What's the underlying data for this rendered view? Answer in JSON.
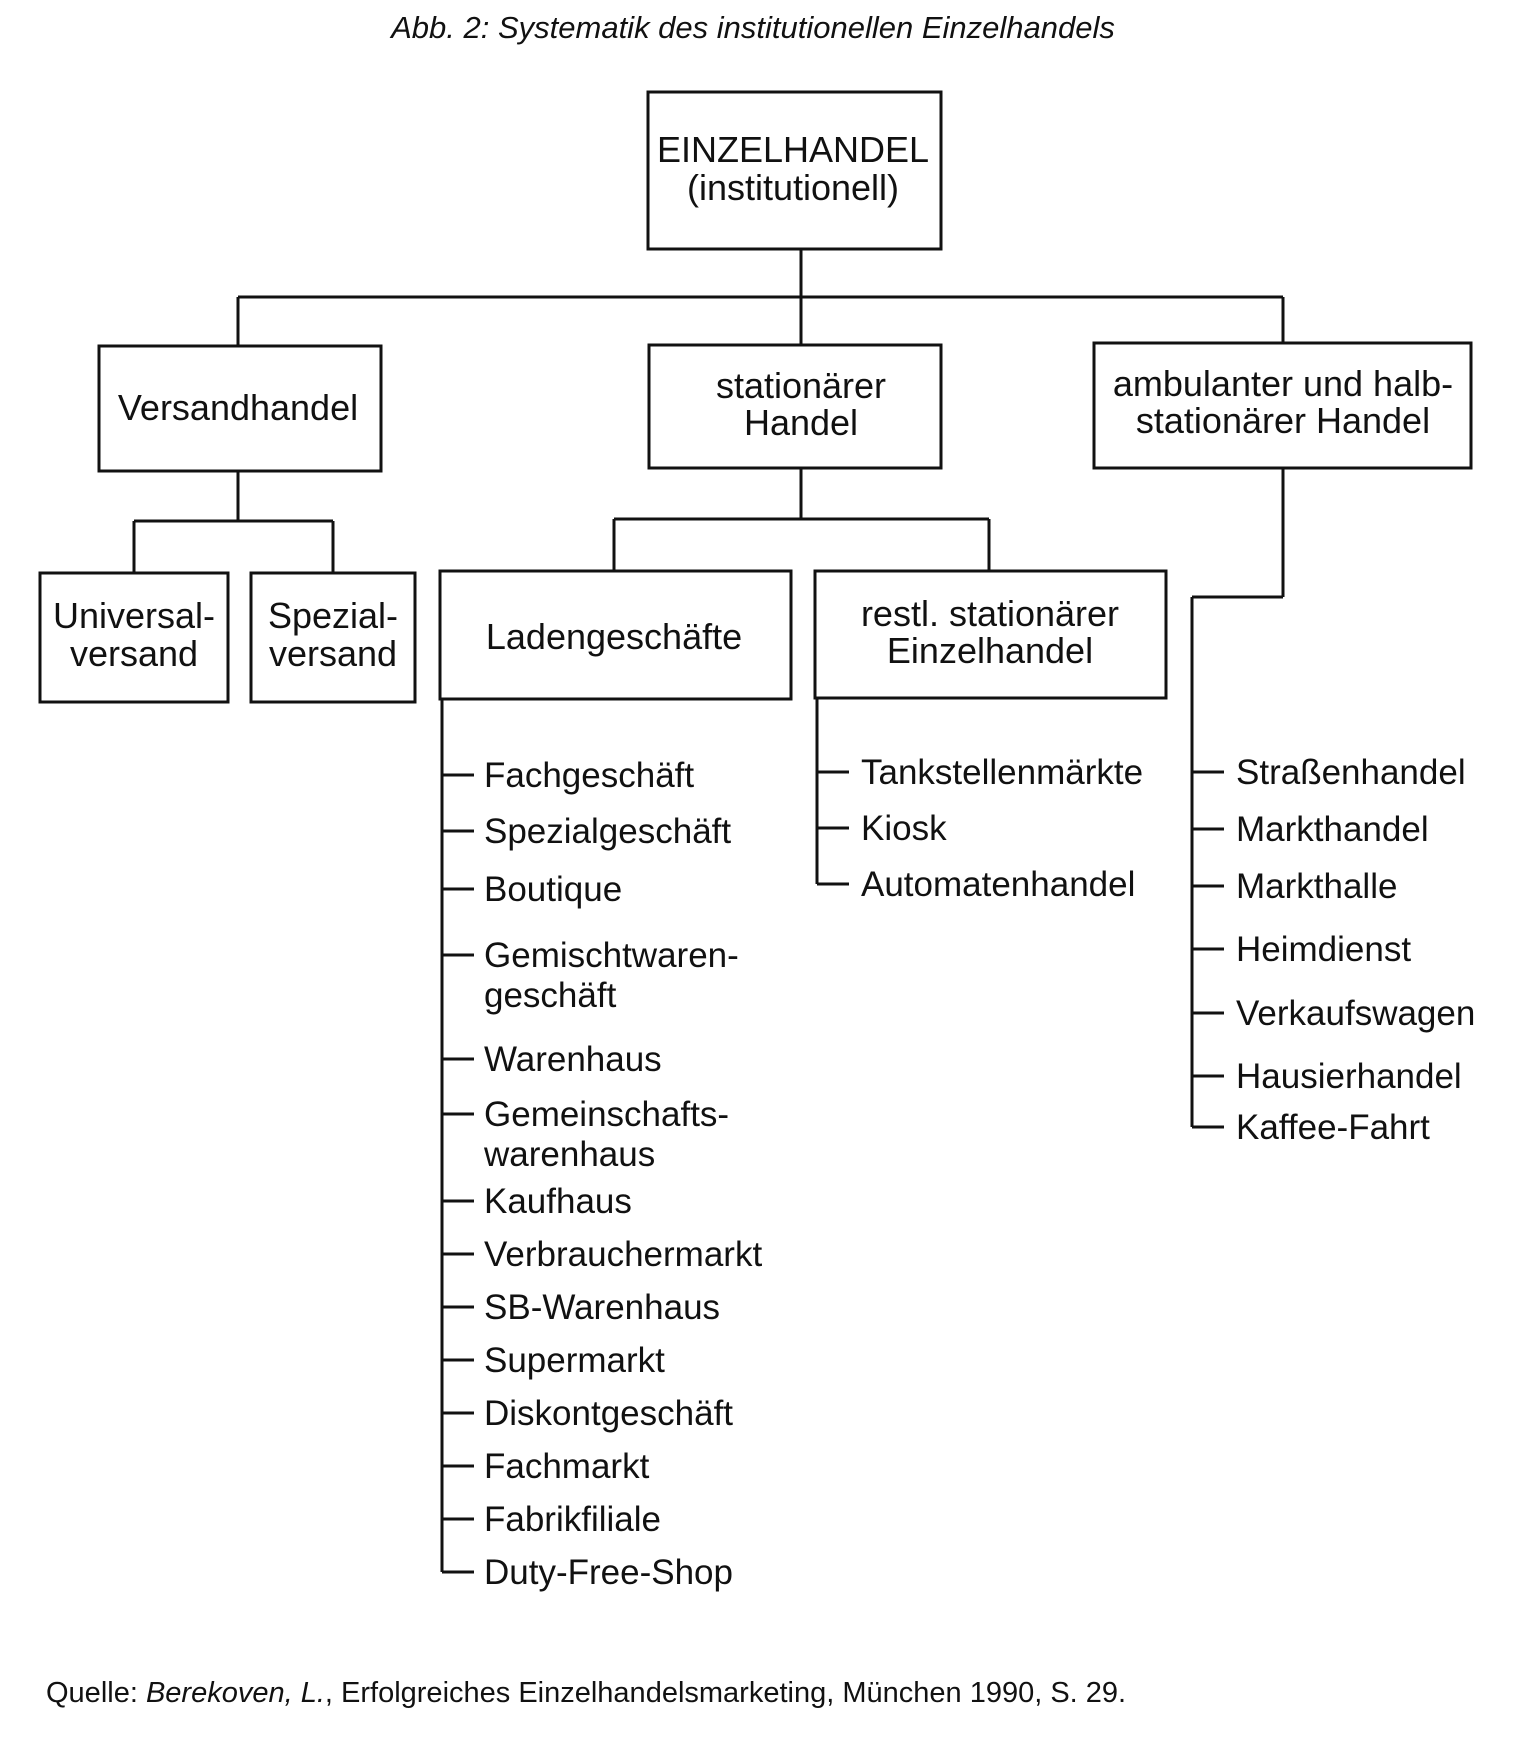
{
  "title": "Abb. 2: Systematik des institutionellen Einzelhandels",
  "root": {
    "line1": "EINZELHANDEL",
    "line2": "(institutionell)"
  },
  "versandhandel": {
    "label": "Versandhandel",
    "children": [
      {
        "line1": "Universal-",
        "line2": "versand"
      },
      {
        "line1": "Spezial-",
        "line2": "versand"
      }
    ]
  },
  "stationaer": {
    "line1": "stationärer",
    "line2": "Handel",
    "ladengeschaefte": {
      "label": "Ladengeschäfte",
      "items": [
        "Fachgeschäft",
        "Spezialgeschäft",
        "Boutique",
        "Gemischtwaren-\ngeschäft",
        "Warenhaus",
        "Gemeinschafts-\nwarenhaus",
        "Kaufhaus",
        "Verbrauchermarkt",
        "SB-Warenhaus",
        "Supermarkt",
        "Diskontgeschäft",
        "Fachmarkt",
        "Fabrikfiliale",
        "Duty-Free-Shop"
      ]
    },
    "restl": {
      "line1": "restl. stationärer",
      "line2": "Einzelhandel",
      "items": [
        "Tankstellenmärkte",
        "Kiosk",
        "Automatenhandel"
      ]
    }
  },
  "ambulant": {
    "line1": "ambulanter und halb-",
    "line2": "stationärer Handel",
    "items": [
      "Straßenhandel",
      "Markthandel",
      "Markthalle",
      "Heimdienst",
      "Verkaufswagen",
      "Hausierhandel",
      "Kaffee-Fahrt"
    ]
  },
  "source": {
    "prefix": "Quelle: ",
    "author": "Berekoven, L.",
    "rest": ", Erfolgreiches Einzelhandelsmarketing, München 1990, S. 29."
  }
}
